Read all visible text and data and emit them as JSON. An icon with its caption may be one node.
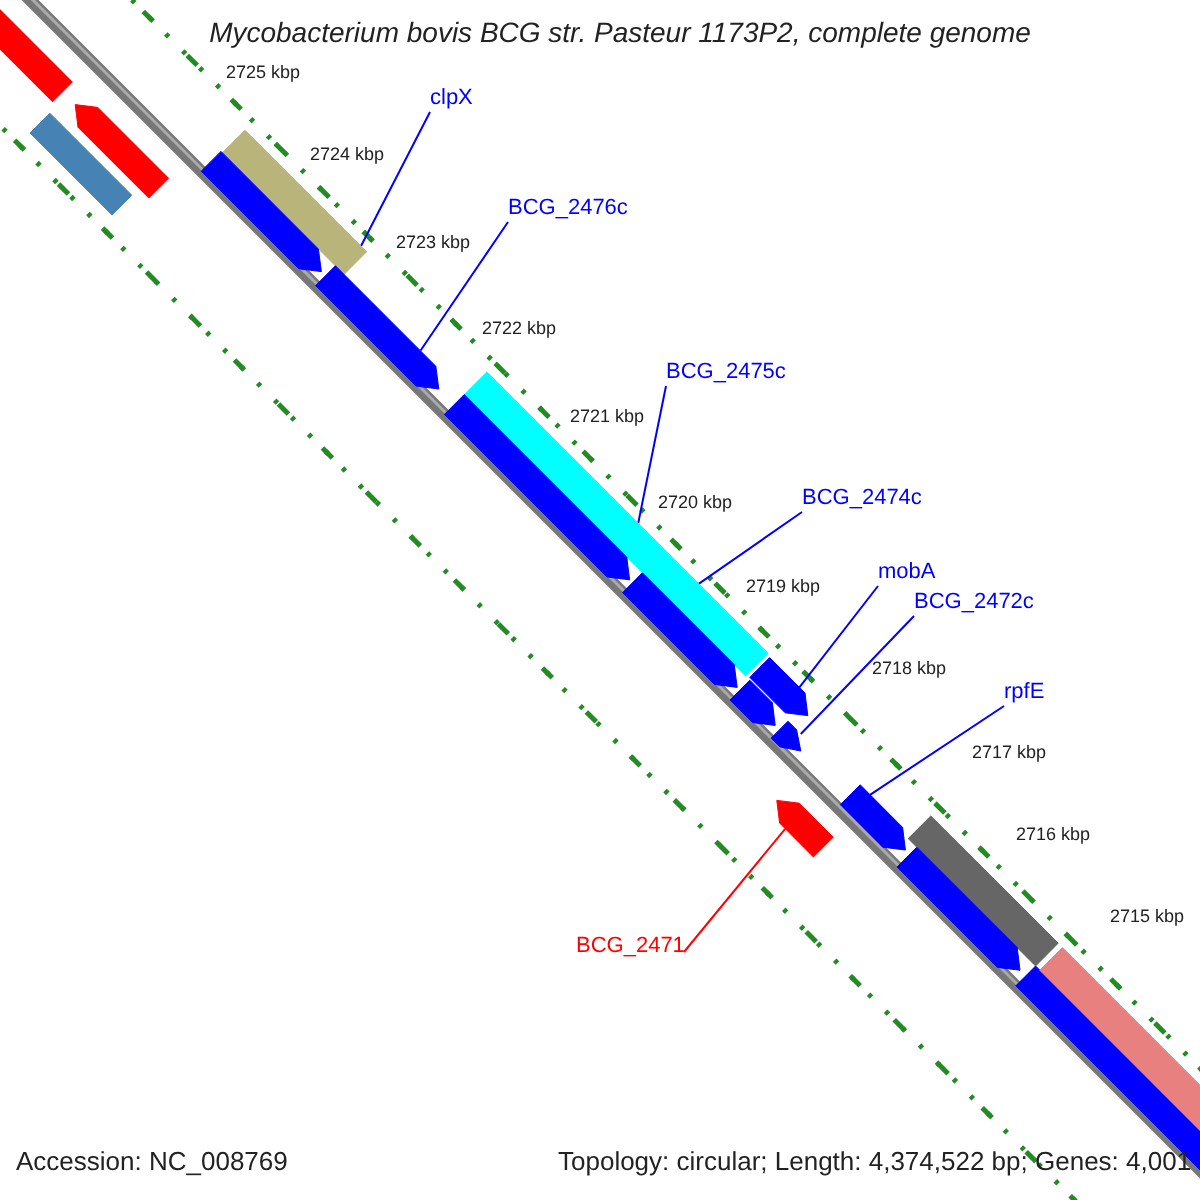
{
  "diagram": {
    "title": "Mycobacterium bovis BCG str. Pasteur 1173P2, complete genome",
    "nodes": [
      {
        "text": [
          "clpX"
        ]
      },
      {
        "text": [],
        "shape": "bar"
      },
      {
        "text": [
          "BCG_2476c"
        ]
      },
      {
        "text": [],
        "shape": "arrow"
      },
      {
        "text": [
          "BCG_2475c"
        ]
      },
      {
        "text": [],
        "shape": "bar"
      },
      {
        "text": [
          "BCG_2474c"
        ]
      },
      {
        "text": [],
        "shape": "arrow"
      },
      {
        "text": [
          "mobA"
        ]
      },
      {
        "text": [],
        "shape": "arrow"
      },
      {
        "text": [
          "BCG_2472c"
        ]
      },
      {
        "text": [],
        "shape": "arrow"
      },
      {
        "text": [
          "rpfE"
        ]
      },
      {
        "text": [],
        "shape": "arrow"
      },
      {
        "text": [
          "BCG_2471"
        ]
      },
      {
        "text": [],
        "shape": "arrow"
      },
      {
        "text": [],
        "shape": "bar"
      },
      {
        "text": [],
        "shape": "bar"
      },
      {
        "text": [],
        "shape": "arrow"
      },
      {
        "text": [],
        "shape": "arrow"
      },
      {
        "text": [],
        "shape": "arrow"
      },
      {
        "text": [],
        "shape": "arrow"
      },
      {
        "text": [],
        "shape": "bar"
      },
      {
        "text": [],
        "shape": "arrow"
      },
      {
        "text": [],
        "shape": "arrow"
      },
      {
        "text": [],
        "shape": "bar"
      }
    ],
    "edges": [
      {
        "from": 0,
        "to": 1,
        "arrow": "none"
      },
      {
        "from": 2,
        "to": 3,
        "arrow": "none"
      },
      {
        "from": 4,
        "to": 5,
        "arrow": "none"
      },
      {
        "from": 6,
        "to": 7,
        "arrow": "none"
      },
      {
        "from": 8,
        "to": 9,
        "arrow": "none"
      },
      {
        "from": 10,
        "to": 11,
        "arrow": "none"
      },
      {
        "from": 12,
        "to": 13,
        "arrow": "none"
      },
      {
        "from": 14,
        "to": 15,
        "arrow": "none",
        "color": "#ff0000"
      }
    ],
    "labels": [
      "2725 kbp",
      "2724 kbp",
      "2723 kbp",
      "2722 kbp",
      "2721 kbp",
      "2720 kbp",
      "2719 kbp",
      "2718 kbp",
      "2717 kbp",
      "2716 kbp",
      "2715 kbp",
      "Accession: NC_008769",
      "Topology: circular; Length: 4,374,522 bp; Genes: 4,001"
    ]
  }
}
